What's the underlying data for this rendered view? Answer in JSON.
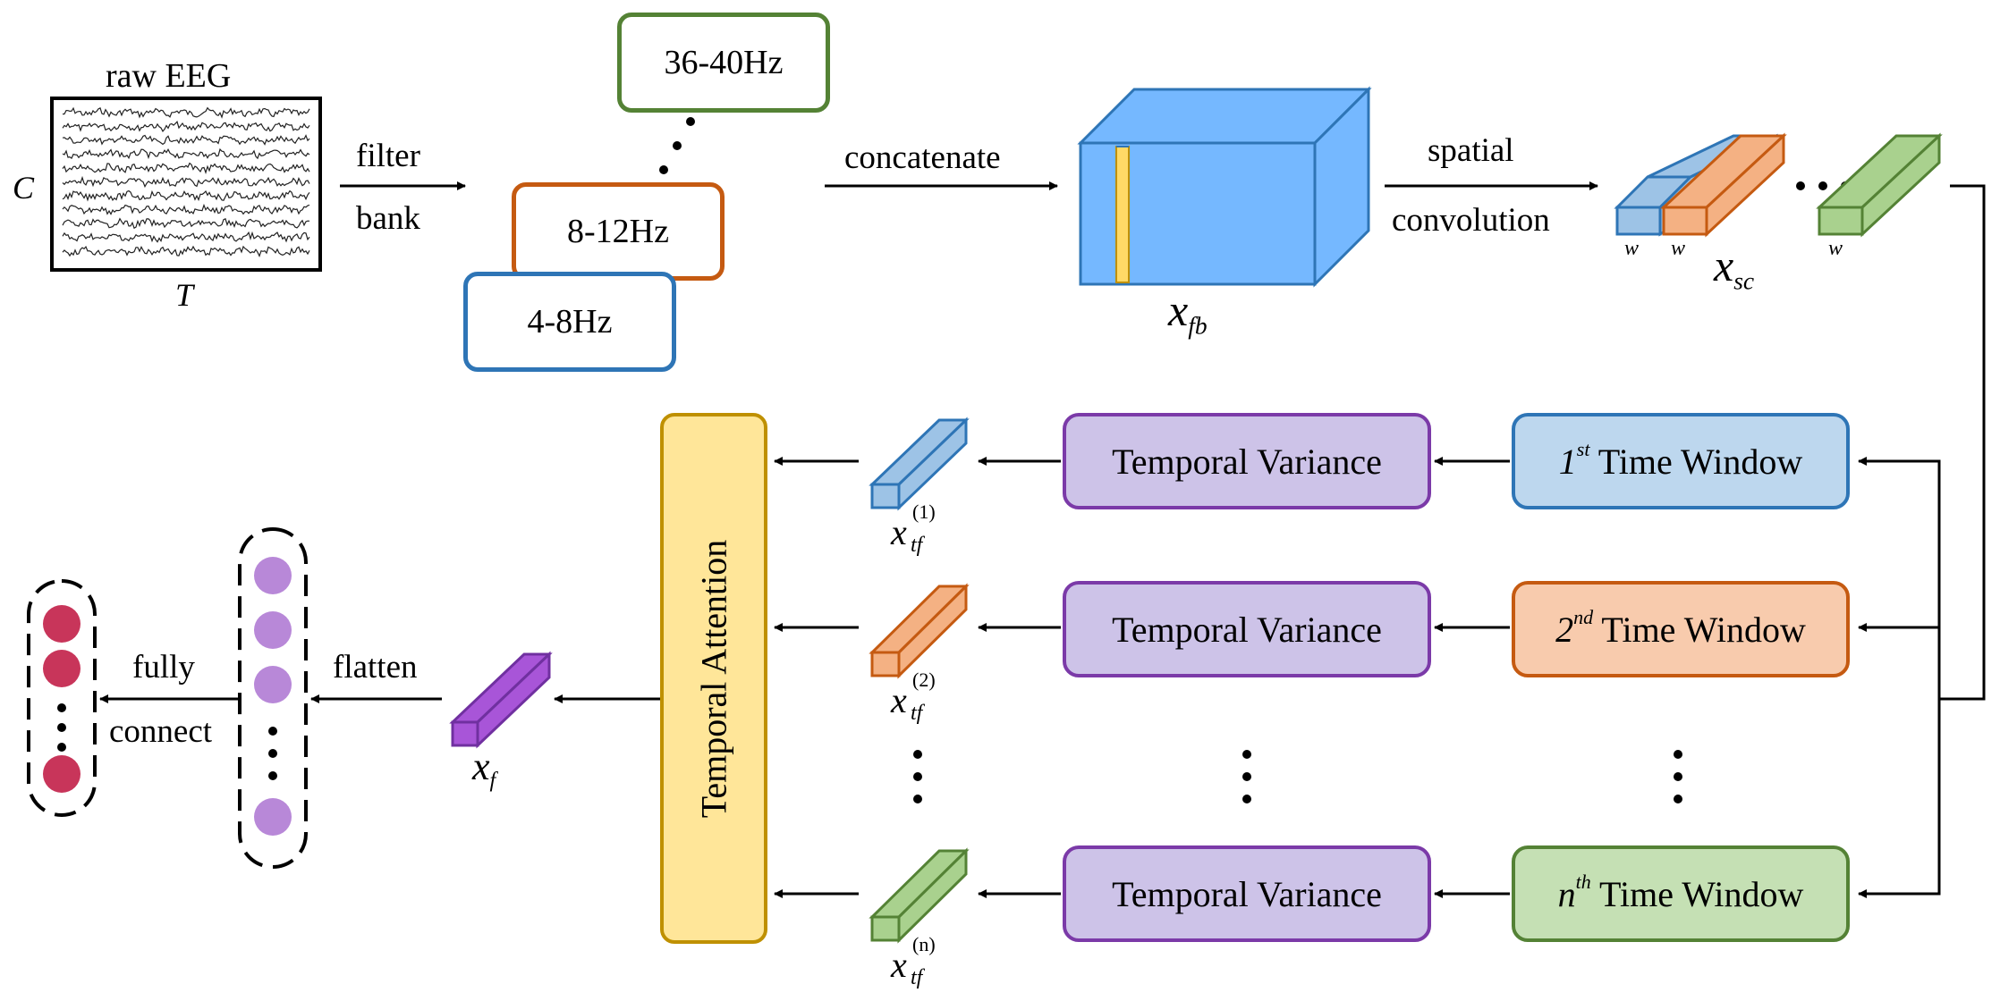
{
  "input": {
    "title": "raw EEG",
    "channel_axis": "C",
    "time_axis": "T"
  },
  "edges": {
    "filter_bank": [
      "filter",
      "bank"
    ],
    "concatenate": "concatenate",
    "spatial_convolution": [
      "spatial",
      "convolution"
    ],
    "fully_connect": [
      "fully",
      "connect"
    ],
    "flatten": "flatten"
  },
  "filter_bank_boxes": [
    {
      "label": "36-40Hz",
      "color": "#548235"
    },
    {
      "label": "8-12Hz",
      "color": "#c55a11"
    },
    {
      "label": "4-8Hz",
      "color": "#2e75b6"
    }
  ],
  "symbols": {
    "x_fb": {
      "base": "x",
      "sub": "fb"
    },
    "x_sc": {
      "base": "x",
      "sub": "sc"
    },
    "x_f": {
      "base": "x",
      "sub": "f"
    },
    "w": "w"
  },
  "temporal_attention": "Temporal Attention",
  "temporal_variance_label": "Temporal Variance",
  "time_windows": [
    {
      "sup": "st",
      "num": "1",
      "label": "Time Window",
      "fill": "#bdd7ee",
      "stroke": "#2e75b6"
    },
    {
      "sup": "nd",
      "num": "2",
      "label": "Time Window",
      "fill": "#f8cbad",
      "stroke": "#c55a11"
    },
    {
      "sup": "th",
      "num": "n",
      "label": "Time Window",
      "fill": "#c5e0b4",
      "stroke": "#548235"
    }
  ],
  "tf_features": [
    {
      "base": "x",
      "sub": "tf",
      "sup": "(1)"
    },
    {
      "base": "x",
      "sub": "tf",
      "sup": "(2)"
    },
    {
      "base": "x",
      "sub": "tf",
      "sup": "(n)"
    }
  ],
  "colors": {
    "blue": "#5b9bd5",
    "orange": "#ed7d31",
    "green": "#70ad47",
    "purple": "#a855d8",
    "cube": "#75b8ff",
    "attention_fill": "#ffe699",
    "attention_stroke": "#bf9000",
    "neuron_out": "#c8355a",
    "neuron_hidden": "#b888d8"
  }
}
